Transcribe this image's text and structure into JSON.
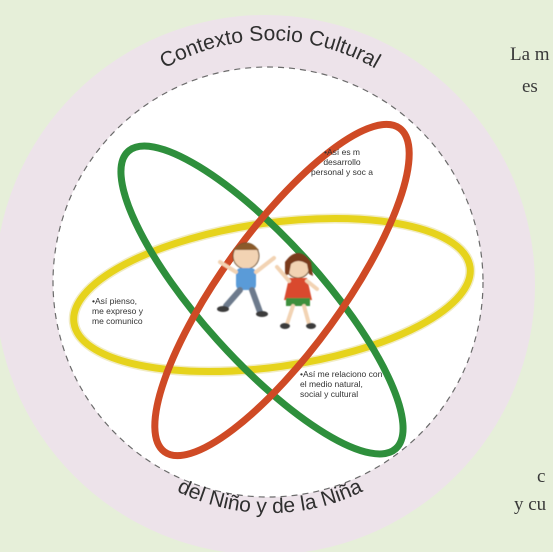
{
  "diagram": {
    "arc_title_top": "Contexto Socio Cultural",
    "arc_title_bottom": "del Niño y de la Niña",
    "labels": {
      "top": [
        "•Así es m",
        "desarrollo",
        "personal y soc a"
      ],
      "left": [
        "•Así pienso,",
        "me expreso y",
        "me comunico"
      ],
      "bottom": [
        "•Así me relaciono con",
        "el medio natural,",
        "social y cultural"
      ]
    },
    "side_text": {
      "line1": "La m",
      "line2": "es",
      "line3": "c",
      "line4": "y cu"
    },
    "colors": {
      "background": "#e6efd9",
      "outer_circle": "#ede3ea",
      "inner_circle": "#ffffff",
      "green_orbit": "#2e8f3c",
      "red_orbit": "#cf4a25",
      "yellow_orbit": "#e6d31c"
    }
  }
}
